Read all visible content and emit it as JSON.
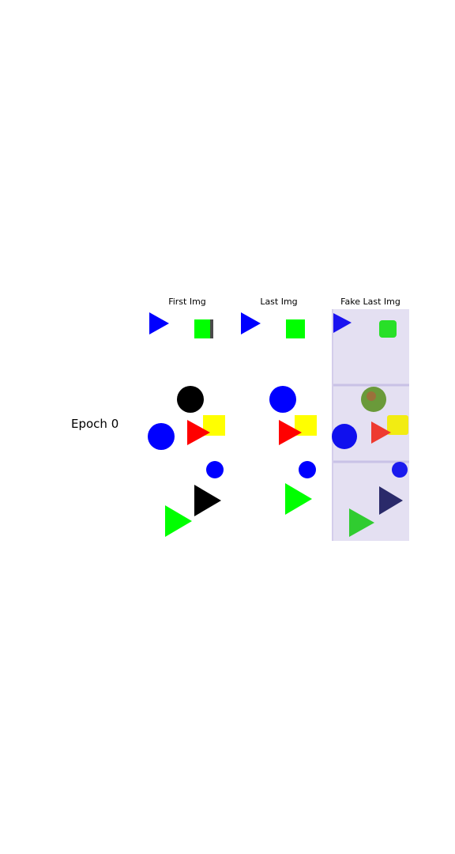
{
  "row_label": "Epoch 0",
  "columns": [
    {
      "title": "First Img"
    },
    {
      "title": "Last Img"
    },
    {
      "title": "Fake Last Img"
    }
  ],
  "colors": {
    "blue": "#0000ff",
    "green": "#00ff00",
    "red": "#ff0000",
    "yellow": "#ffff00",
    "black": "#000000",
    "fake_background": "#e4e0f2",
    "fake_grid_line": "#c9c2e6"
  }
}
